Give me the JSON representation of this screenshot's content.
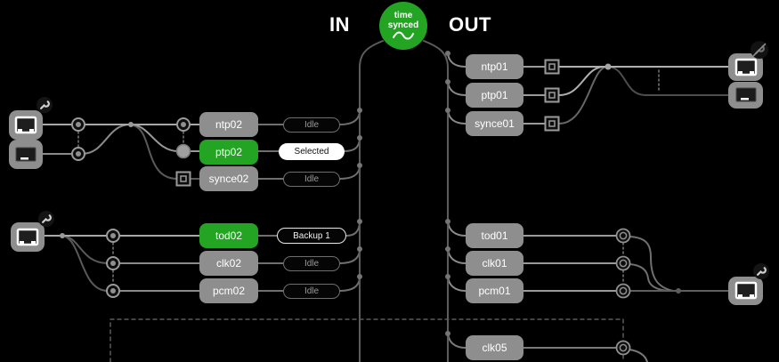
{
  "labels": {
    "in": "IN",
    "out": "OUT"
  },
  "hub": {
    "title_line1": "time",
    "title_line2": "synced",
    "icon": "sine-wave-icon"
  },
  "in_top": {
    "nodes": [
      {
        "label": "ntp02",
        "state": "idle",
        "status": "Idle"
      },
      {
        "label": "ptp02",
        "state": "selected",
        "status": "Selected"
      },
      {
        "label": "synce02",
        "state": "idle",
        "status": "Idle"
      }
    ]
  },
  "in_bottom": {
    "nodes": [
      {
        "label": "tod02",
        "state": "backup",
        "status": "Backup 1"
      },
      {
        "label": "clk02",
        "state": "idle",
        "status": "Idle"
      },
      {
        "label": "pcm02",
        "state": "idle",
        "status": "Idle"
      }
    ]
  },
  "out_top": {
    "nodes": [
      {
        "label": "ntp01"
      },
      {
        "label": "ptp01"
      },
      {
        "label": "synce01"
      }
    ]
  },
  "out_bottom": {
    "nodes": [
      {
        "label": "tod01"
      },
      {
        "label": "clk01"
      },
      {
        "label": "pcm01"
      }
    ]
  },
  "out_extra": {
    "nodes": [
      {
        "label": "clk05"
      }
    ]
  },
  "icons": {
    "hub": "sine-wave-icon",
    "config": "wrench-icon",
    "config_disabled": "wrench-crossed-icon",
    "port": "ethernet-port-icon",
    "display": "monitor-icon"
  },
  "colors": {
    "accent-green": "#23a423",
    "node-gray": "#8e8e8e",
    "pill-idle-border": "#6e6e6e",
    "pill-idle-text": "#9a9a9a",
    "selected-bg": "#ffffff",
    "selected-text": "#111111",
    "backup-border": "#e8e8e8",
    "backup-text": "#f0f0f0"
  }
}
